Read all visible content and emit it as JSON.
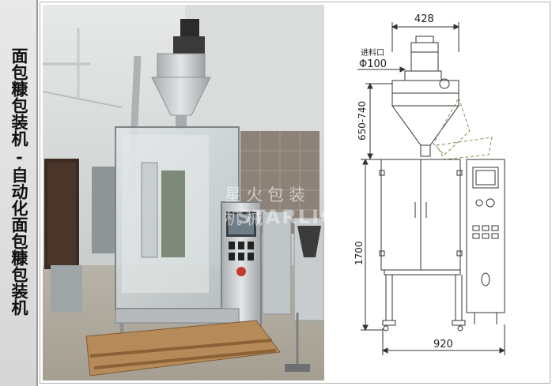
{
  "title_vertical": "面包糠包装机-自动化面包糠包装机",
  "watermark": {
    "cn": "星火包装机械",
    "en": "STARLIGHT"
  },
  "diagram": {
    "top_width": "428",
    "inlet_label": "进料口",
    "inlet_diameter": "Φ100",
    "hopper_height": "650-740",
    "body_height": "1700",
    "base_width": "920"
  },
  "colors": {
    "sidebar_bg": "#dcdcdc",
    "line": "#333333",
    "steel": "#c9ccce",
    "hopper_dash": "#8a8a5a"
  }
}
